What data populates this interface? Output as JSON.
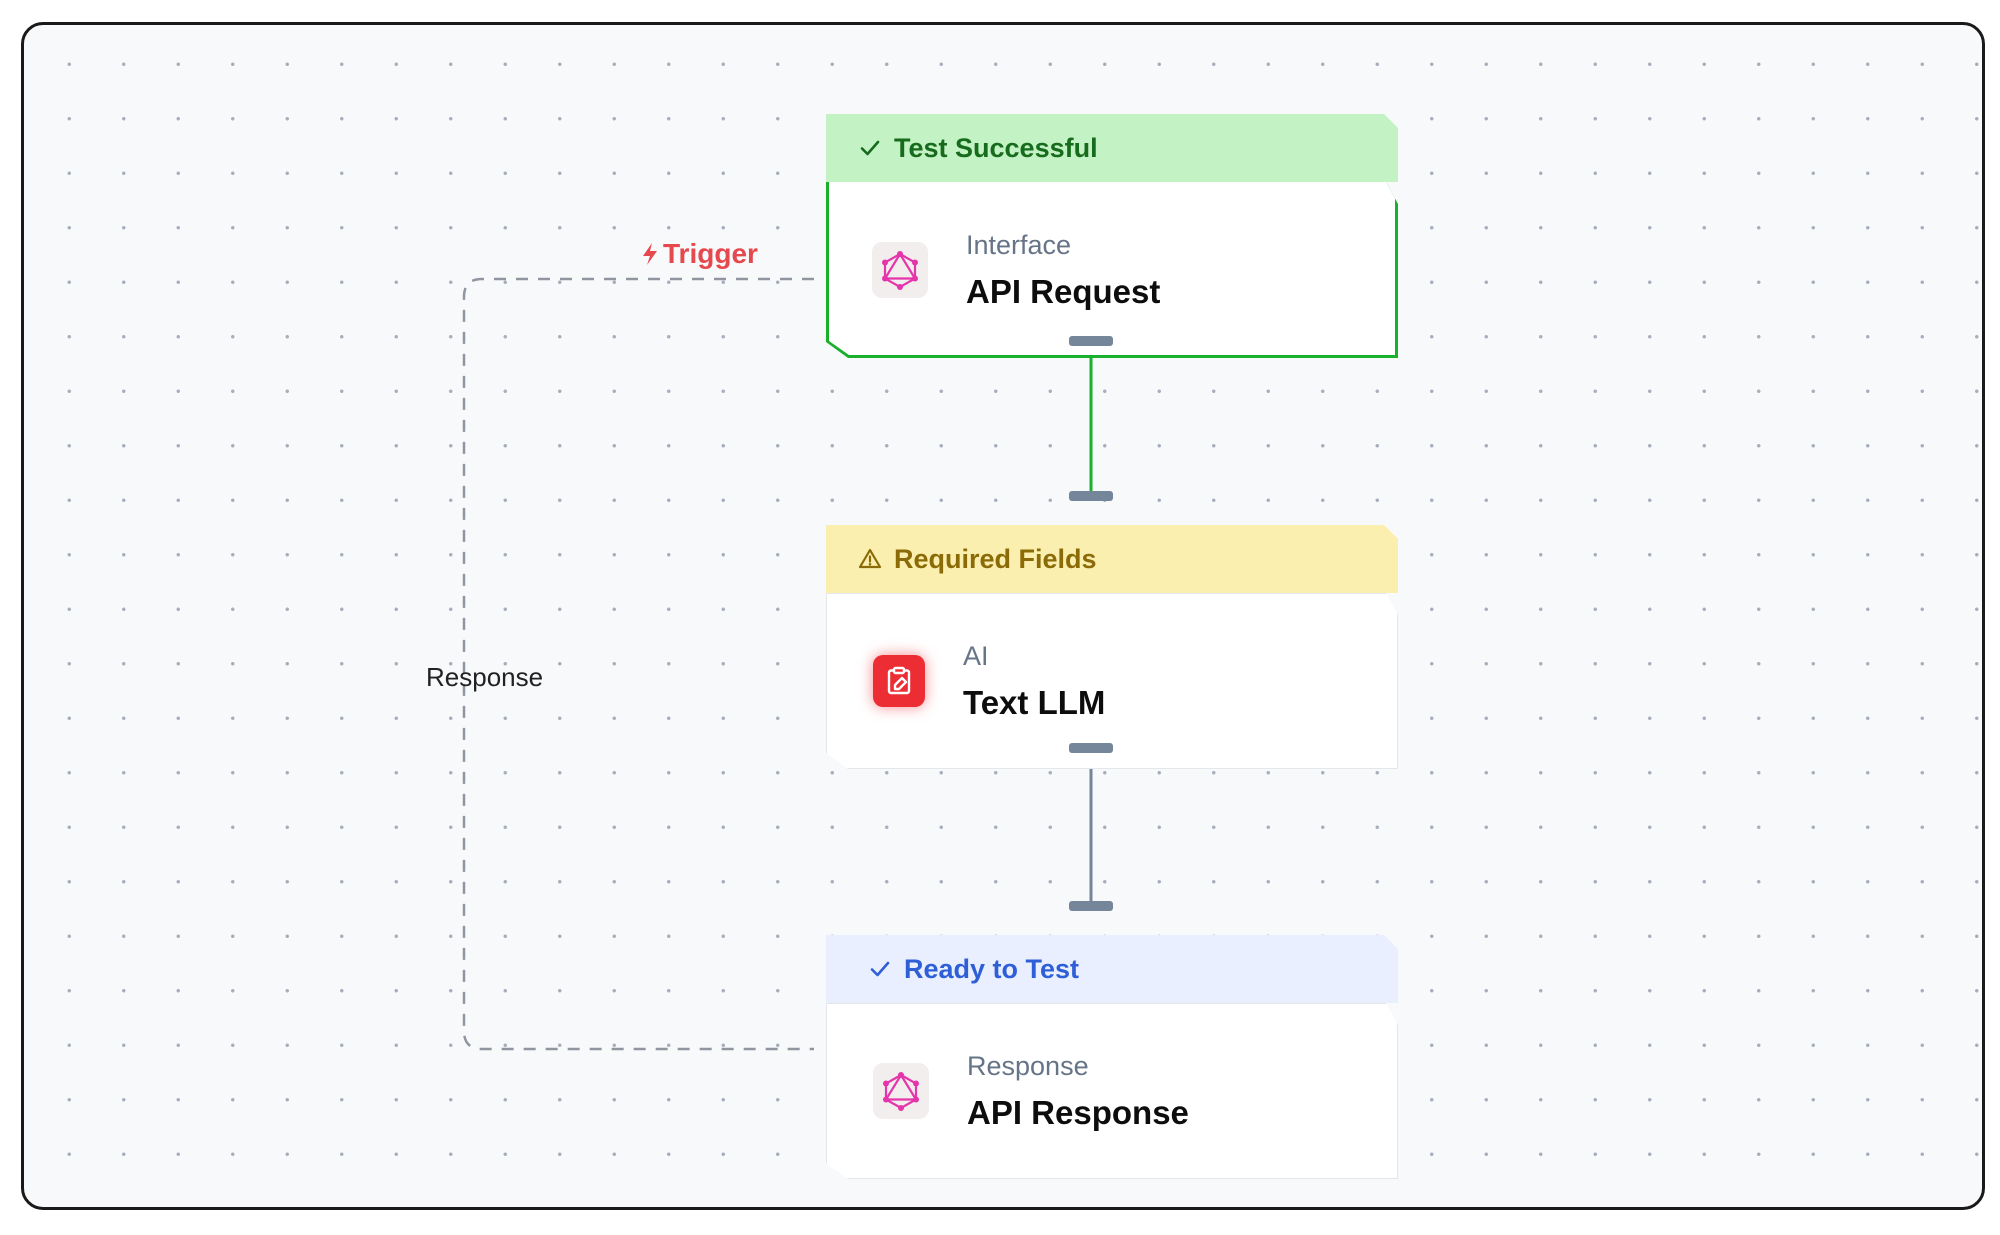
{
  "edges": {
    "trigger_label": "Trigger",
    "response_label": "Response"
  },
  "nodes": [
    {
      "status": "Test Successful",
      "status_icon": "check-icon",
      "category": "Interface",
      "title": "API Request",
      "icon": "graphql-icon",
      "state_color": "#1aaf2c"
    },
    {
      "status": "Required Fields",
      "status_icon": "warning-icon",
      "category": "AI",
      "title": "Text LLM",
      "icon": "clipboard-edit-icon",
      "state_color": "#f5d96a"
    },
    {
      "status": "Ready to Test",
      "status_icon": "check-icon",
      "category": "Response",
      "title": "API Response",
      "icon": "graphql-icon",
      "state_color": "#2e5fd6"
    }
  ],
  "colors": {
    "success": "#1aaf2c",
    "warning": "#8a6b07",
    "info": "#2e5fd6",
    "trigger": "#e5484d",
    "brand_pink": "#e535ab",
    "ai_red": "#ec2d34"
  }
}
